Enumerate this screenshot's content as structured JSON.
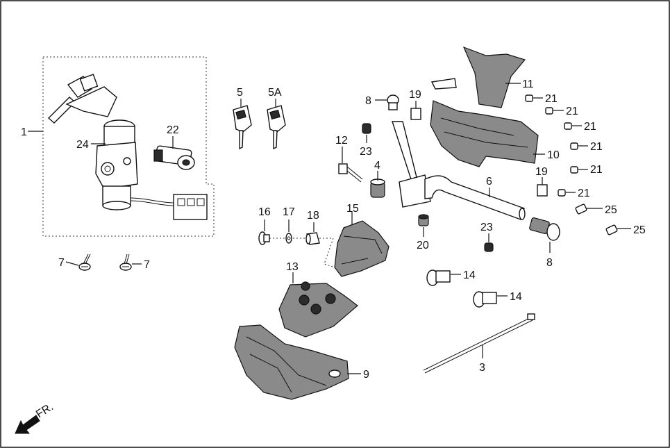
{
  "diagram": {
    "front_indicator": "FR.",
    "callouts": {
      "p1": "1",
      "p24": "24",
      "p22": "22",
      "p5": "5",
      "p5a": "5A",
      "p7a": "7",
      "p7b": "7",
      "p8a": "8",
      "p8b": "8",
      "p19a": "19",
      "p19b": "19",
      "p11": "11",
      "p21a": "21",
      "p21b": "21",
      "p21c": "21",
      "p21d": "21",
      "p21e": "21",
      "p21f": "21",
      "p10": "10",
      "p12": "12",
      "p23a": "23",
      "p23b": "23",
      "p4": "4",
      "p6": "6",
      "p25a": "25",
      "p25b": "25",
      "p16": "16",
      "p17": "17",
      "p18": "18",
      "p15": "15",
      "p20": "20",
      "p14a": "14",
      "p14b": "14",
      "p13": "13",
      "p3": "3",
      "p9": "9"
    }
  }
}
